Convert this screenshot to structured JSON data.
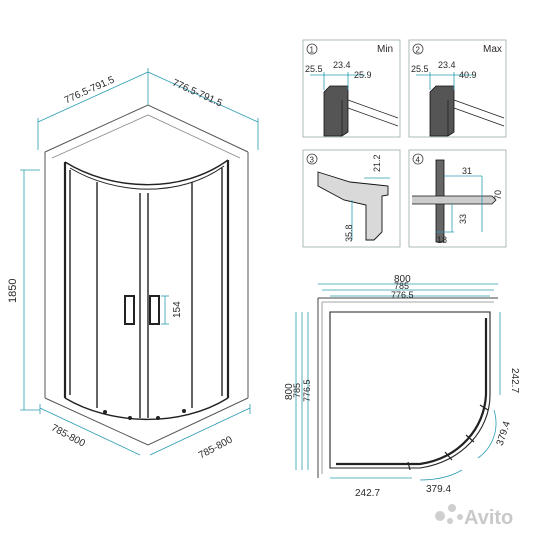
{
  "colors": {
    "dimension_line": "#2b9bb3",
    "outline": "#1a1a1a",
    "frame_fill": "#3a3a3a",
    "watermark": "#c9c9c9"
  },
  "main_view": {
    "top_width_left": "776.5-791.5",
    "top_width_right": "776.5-791.5",
    "height": "1850",
    "handle_height": "154",
    "bottom_left": "785-800",
    "bottom_right": "785-800"
  },
  "detail_1": {
    "number": "1",
    "label": "Min",
    "d1": "25.5",
    "d2": "23.4",
    "d3": "25.9"
  },
  "detail_2": {
    "number": "2",
    "label": "Max",
    "d1": "25.5",
    "d2": "23.4",
    "d3": "40.9"
  },
  "detail_3": {
    "number": "3",
    "d1": "21.2",
    "d2": "35.8"
  },
  "detail_4": {
    "number": "4",
    "d1": "31",
    "d2": "70",
    "d3": "33",
    "d4": "18"
  },
  "plan_view": {
    "top_outer": "800",
    "top_mid": "785",
    "top_inner": "776.5",
    "left_outer": "800",
    "left_mid": "785",
    "left_inner": "776.5",
    "right_side": "242.7",
    "arc_right": "379.4",
    "bottom_side": "242.7",
    "arc_bottom": "379.4"
  },
  "watermark": {
    "text": "Avito"
  }
}
